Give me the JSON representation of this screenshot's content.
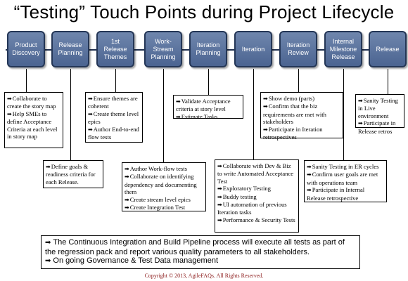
{
  "title": "“Testing” Touch Points during Project Lifecycle",
  "stages": [
    {
      "line1": "Product",
      "line2": "Discovery"
    },
    {
      "line1": "Release",
      "line2": "Planning"
    },
    {
      "line1": "1st Release",
      "line2": "Themes"
    },
    {
      "line1": "Work-Stream",
      "line2": "Planning"
    },
    {
      "line1": "Iteration",
      "line2": "Planning"
    },
    {
      "line1": "Iteration",
      "line2": ""
    },
    {
      "line1": "Iteration",
      "line2": "Review"
    },
    {
      "line1": "Internal Milestone",
      "line2": "Release"
    },
    {
      "line1": "Release",
      "line2": ""
    }
  ],
  "notes": {
    "product_discovery": [
      "Collaborate to create the story map",
      "Help SMEs to define Acceptance Criteria at each level in story map"
    ],
    "release_planning": [
      "Define goals & readiness criteria for each Release."
    ],
    "release_themes": [
      "Ensure themes are coherent",
      "Create theme level epics",
      "Author End-to-end flow tests"
    ],
    "work_stream_planning": [
      "Author Work-flow tests",
      "Collaborate on identifying dependency and documenting them",
      "Create stream level epics",
      "Create Integration Test"
    ],
    "iteration_planning": [
      "Validate Acceptance criteria at story level",
      "Estimate Tasks"
    ],
    "iteration": [
      "Collaborate with Dev & Biz to write Automated Acceptance Test",
      "Exploratory Testing",
      "Buddy testing",
      "UI automation of previous Iteration tasks",
      "Performance & Security Tests"
    ],
    "iteration_review": [
      "Show demo (parts)",
      "Confirm that the biz requirements are met with stakeholders",
      "Participate in Iteration retrospectives"
    ],
    "internal_milestone": [
      "Sanity Testing in ER cycles",
      "Confirm user goals are met with operations team",
      "Participate in Internal Release retrospective"
    ],
    "release": [
      "Sanity Testing in Live environment",
      "Participate in Release retros"
    ]
  },
  "bottom_notes": [
    "The Continuous Integration and Build Pipeline process will execute all tests as part of the regression pack and report various quality parameters to all stakeholders.",
    "On going Governance & Test Data management"
  ],
  "copyright": "Copyright © 2013, AgileFAQs. All Rights Reserved.",
  "arrow_glyph": "➡",
  "colors": {
    "stage_fill": "#5a72a0",
    "stage_border": "#243656",
    "copyright": "#8b1a1a"
  }
}
